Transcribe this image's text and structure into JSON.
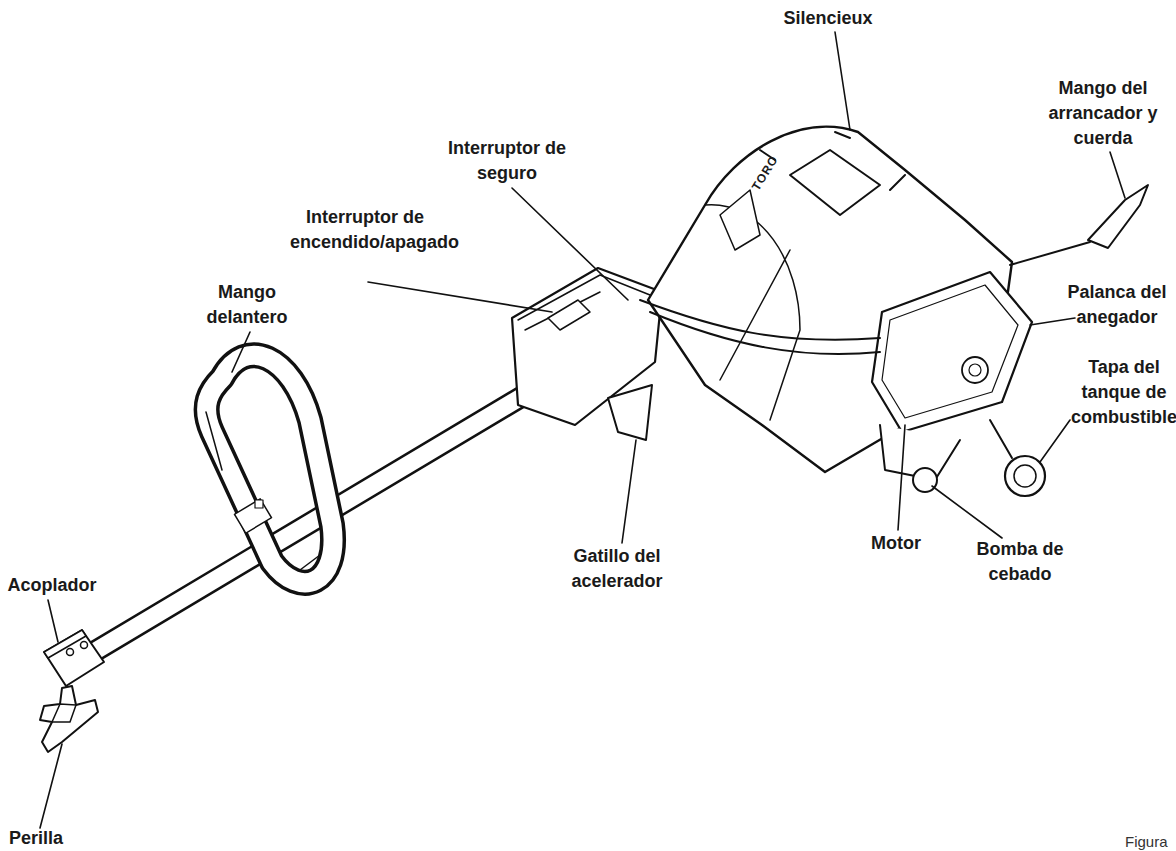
{
  "diagram": {
    "labels": [
      "Silencieux",
      "Mango del arrancador y cuerda",
      "Interruptor de seguro",
      "Interruptor de encendido/apagado",
      "Mango delantero",
      "Palanca del anegador",
      "Tapa del tanque de combustible",
      "TORO",
      "Acoplador",
      "Motor",
      "Bomba de cebado",
      "Gatillo del acelerador",
      "Perilla",
      "Figura"
    ]
  }
}
